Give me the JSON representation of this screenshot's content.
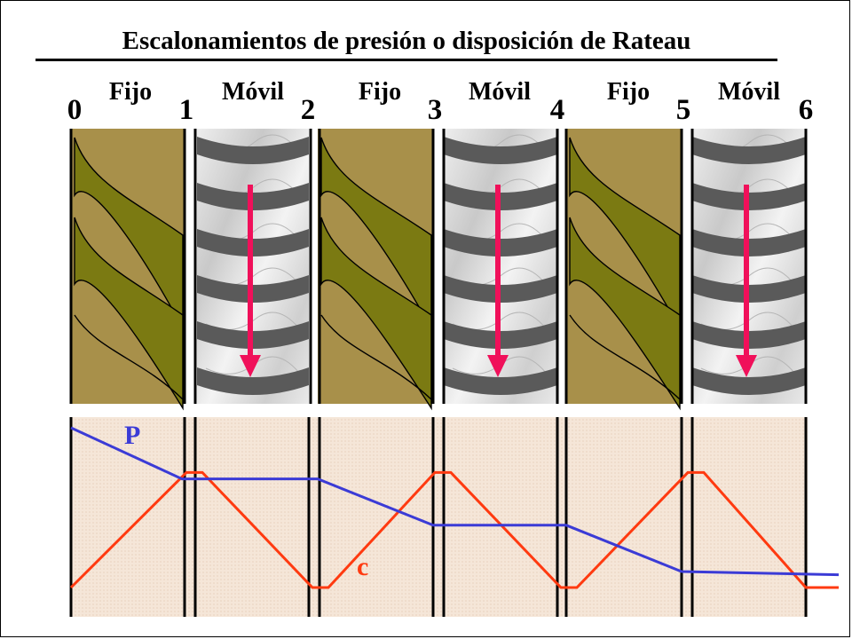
{
  "title": "Escalonamientos de presión o disposición de Rateau",
  "stages": [
    {
      "label": "Fijo",
      "kind": "fixed"
    },
    {
      "label": "Móvil",
      "kind": "moving"
    },
    {
      "label": "Fijo",
      "kind": "fixed"
    },
    {
      "label": "Móvil",
      "kind": "moving"
    },
    {
      "label": "Fijo",
      "kind": "fixed"
    },
    {
      "label": "Móvil",
      "kind": "moving"
    }
  ],
  "stations": [
    "0",
    "1",
    "2",
    "3",
    "4",
    "5",
    "6"
  ],
  "curves": {
    "pressure": {
      "label": "P",
      "color": "#3b3bd6",
      "values": [
        1.0,
        0.68,
        0.68,
        0.39,
        0.39,
        0.1,
        0.08
      ]
    },
    "velocity": {
      "label": "c",
      "color": "#ff3a10",
      "values": [
        0.0,
        0.72,
        0.0,
        0.72,
        0.0,
        0.72,
        0.0
      ]
    }
  },
  "colors": {
    "fixed_blade_background": "#a8904a",
    "fixed_blade_vane": "#7b7a12",
    "moving_blade_ring": "#5a5a5a",
    "moving_blade_background": "#dcdcdc",
    "flow_arrow": "#f0105a",
    "plot_background": "#f5e6d8"
  }
}
